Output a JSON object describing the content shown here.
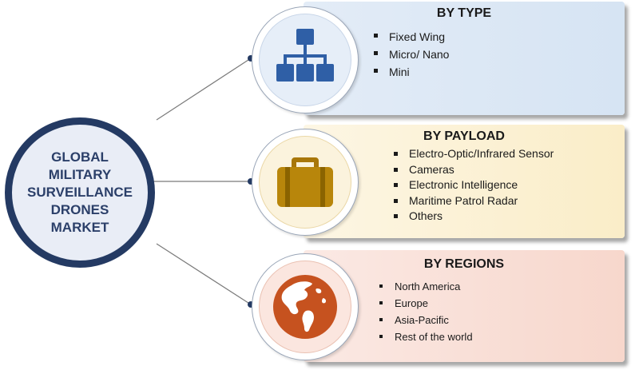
{
  "hub": {
    "title": "GLOBAL\nMILITARY\nSURVEILLANCE\nDRONES\nMARKET"
  },
  "segments": [
    {
      "title": "BY  TYPE",
      "icon": "hierarchy-icon",
      "accent": "#2f5fa6",
      "items": [
        "Fixed Wing",
        "Micro/ Nano",
        "Mini"
      ]
    },
    {
      "title": "BY PAYLOAD",
      "icon": "briefcase-icon",
      "accent": "#b8860b",
      "items": [
        "Electro-Optic/Infrared Sensor",
        "Cameras",
        "Electronic Intelligence",
        "Maritime Patrol Radar",
        "Others"
      ]
    },
    {
      "title": "BY REGIONS",
      "icon": "globe-icon",
      "accent": "#c6521f",
      "items": [
        "North America",
        "Europe",
        "Asia-Pacific",
        "Rest of the world"
      ]
    }
  ],
  "colors": {
    "hub_border": "#243a63",
    "hub_fill": "#e9edf6",
    "connector": "#6b6b6b"
  }
}
